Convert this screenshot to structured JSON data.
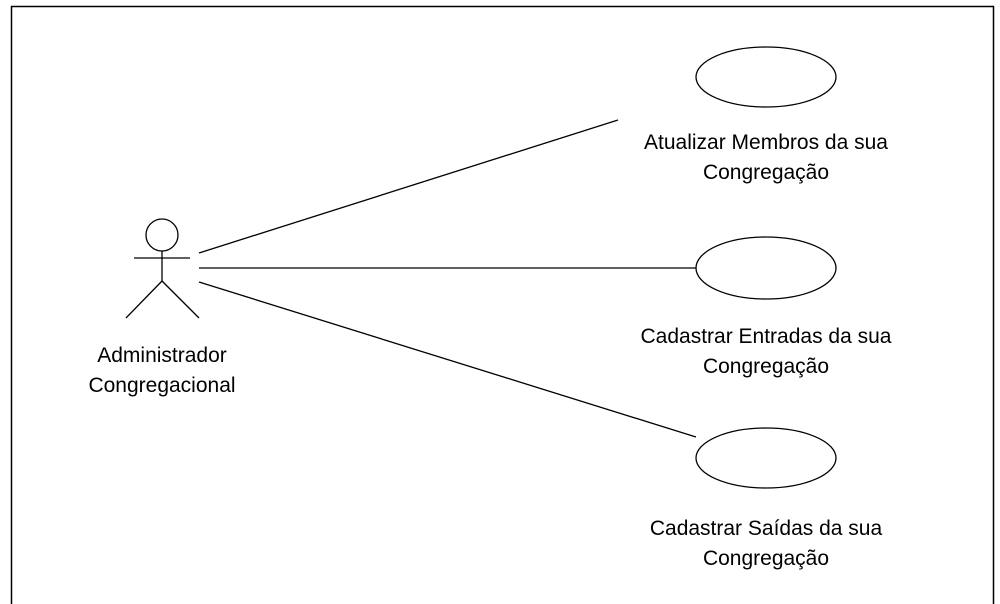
{
  "actor": {
    "label_line1": "Administrador",
    "label_line2": "Congregacional"
  },
  "use_cases": [
    {
      "label_line1": "Atualizar Membros da sua",
      "label_line2": "Congregação"
    },
    {
      "label_line1": "Cadastrar Entradas da sua",
      "label_line2": "Congregação"
    },
    {
      "label_line1": "Cadastrar Saídas da sua",
      "label_line2": "Congregação"
    }
  ]
}
